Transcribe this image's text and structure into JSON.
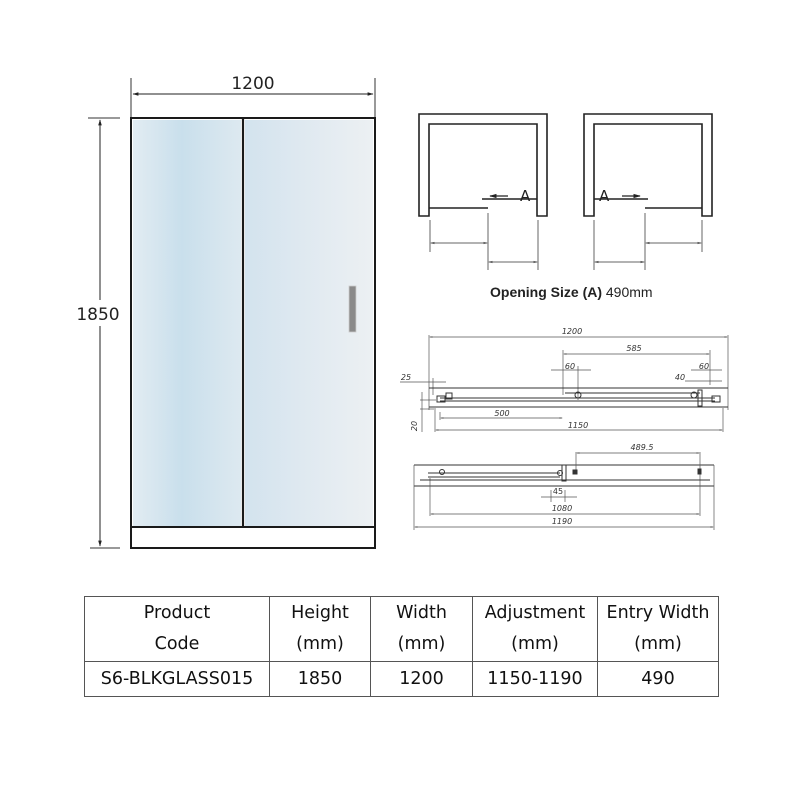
{
  "front_view": {
    "width_label": "1200",
    "height_label": "1850",
    "glass_color_left": "#cfe2ee",
    "glass_color_right": "#e6eef3",
    "frame_color": "#1a1a1a",
    "handle_color": "#8a8a8a"
  },
  "opening_diagram": {
    "left_marker": "A",
    "right_marker": "A",
    "caption_bold": "Opening Size (A)",
    "caption_value": "490mm"
  },
  "plan_top": {
    "dims": {
      "overall": "1200",
      "d585": "585",
      "d60a": "60",
      "d60b": "60",
      "d40": "40",
      "d25": "25",
      "d20": "20",
      "d500": "500",
      "d1150": "1150"
    }
  },
  "plan_bottom": {
    "dims": {
      "d489_5": "489.5",
      "d45": "45",
      "d1080": "1080",
      "d1190": "1190"
    }
  },
  "spec_table": {
    "headers": [
      {
        "line1": "Product",
        "line2": "Code"
      },
      {
        "line1": "Height",
        "line2": "(mm)"
      },
      {
        "line1": "Width",
        "line2": "(mm)"
      },
      {
        "line1": "Adjustment",
        "line2": "(mm)"
      },
      {
        "line1": "Entry Width",
        "line2": "(mm)"
      }
    ],
    "rows": [
      [
        "S6-BLKGLASS015",
        "1850",
        "1200",
        "1150-1190",
        "490"
      ]
    ]
  }
}
